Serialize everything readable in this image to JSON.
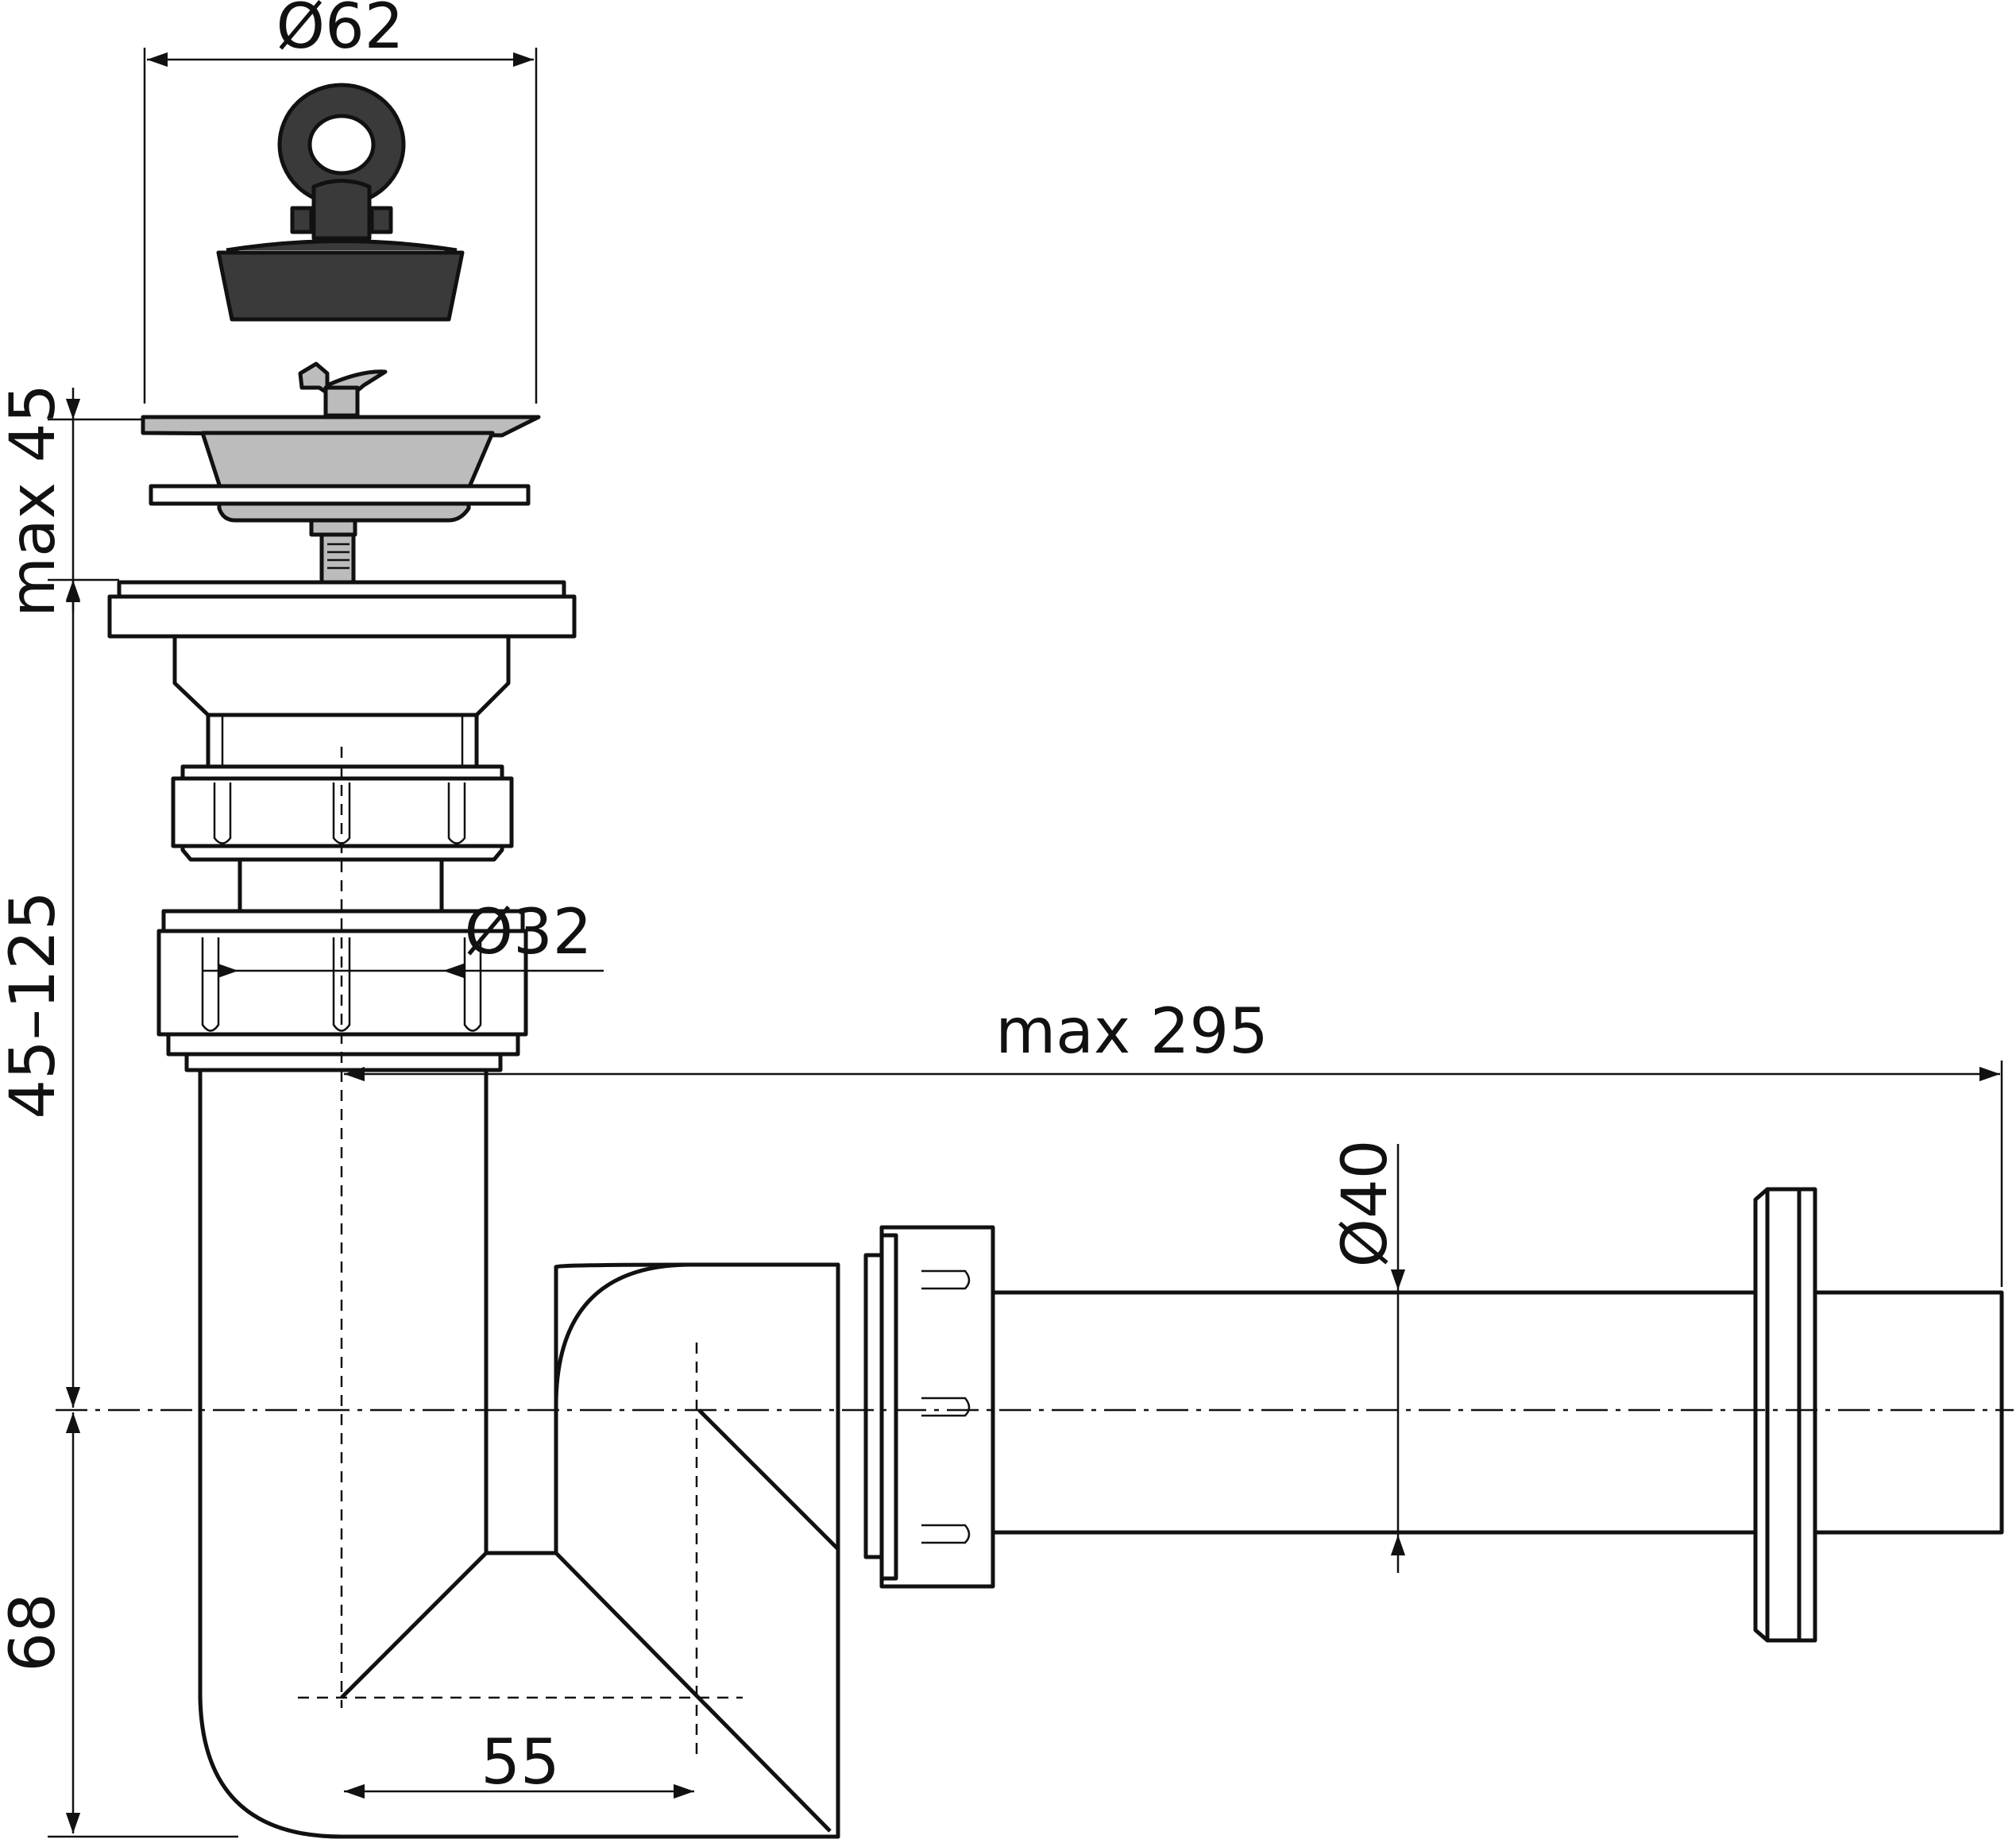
{
  "colors": {
    "line": "#111111",
    "dark_part": "#3a3a3a",
    "metal_part": "#bcbcbc",
    "background": "#ffffff"
  },
  "dimensions": {
    "strainer_diameter": "Ø62",
    "strainer_height": "max 45",
    "tube_diameter": "Ø32",
    "tube_height": "45–125",
    "outlet_length": "max 295",
    "outlet_diameter": "Ø40",
    "trap_height": "68",
    "trap_offset": "55"
  }
}
